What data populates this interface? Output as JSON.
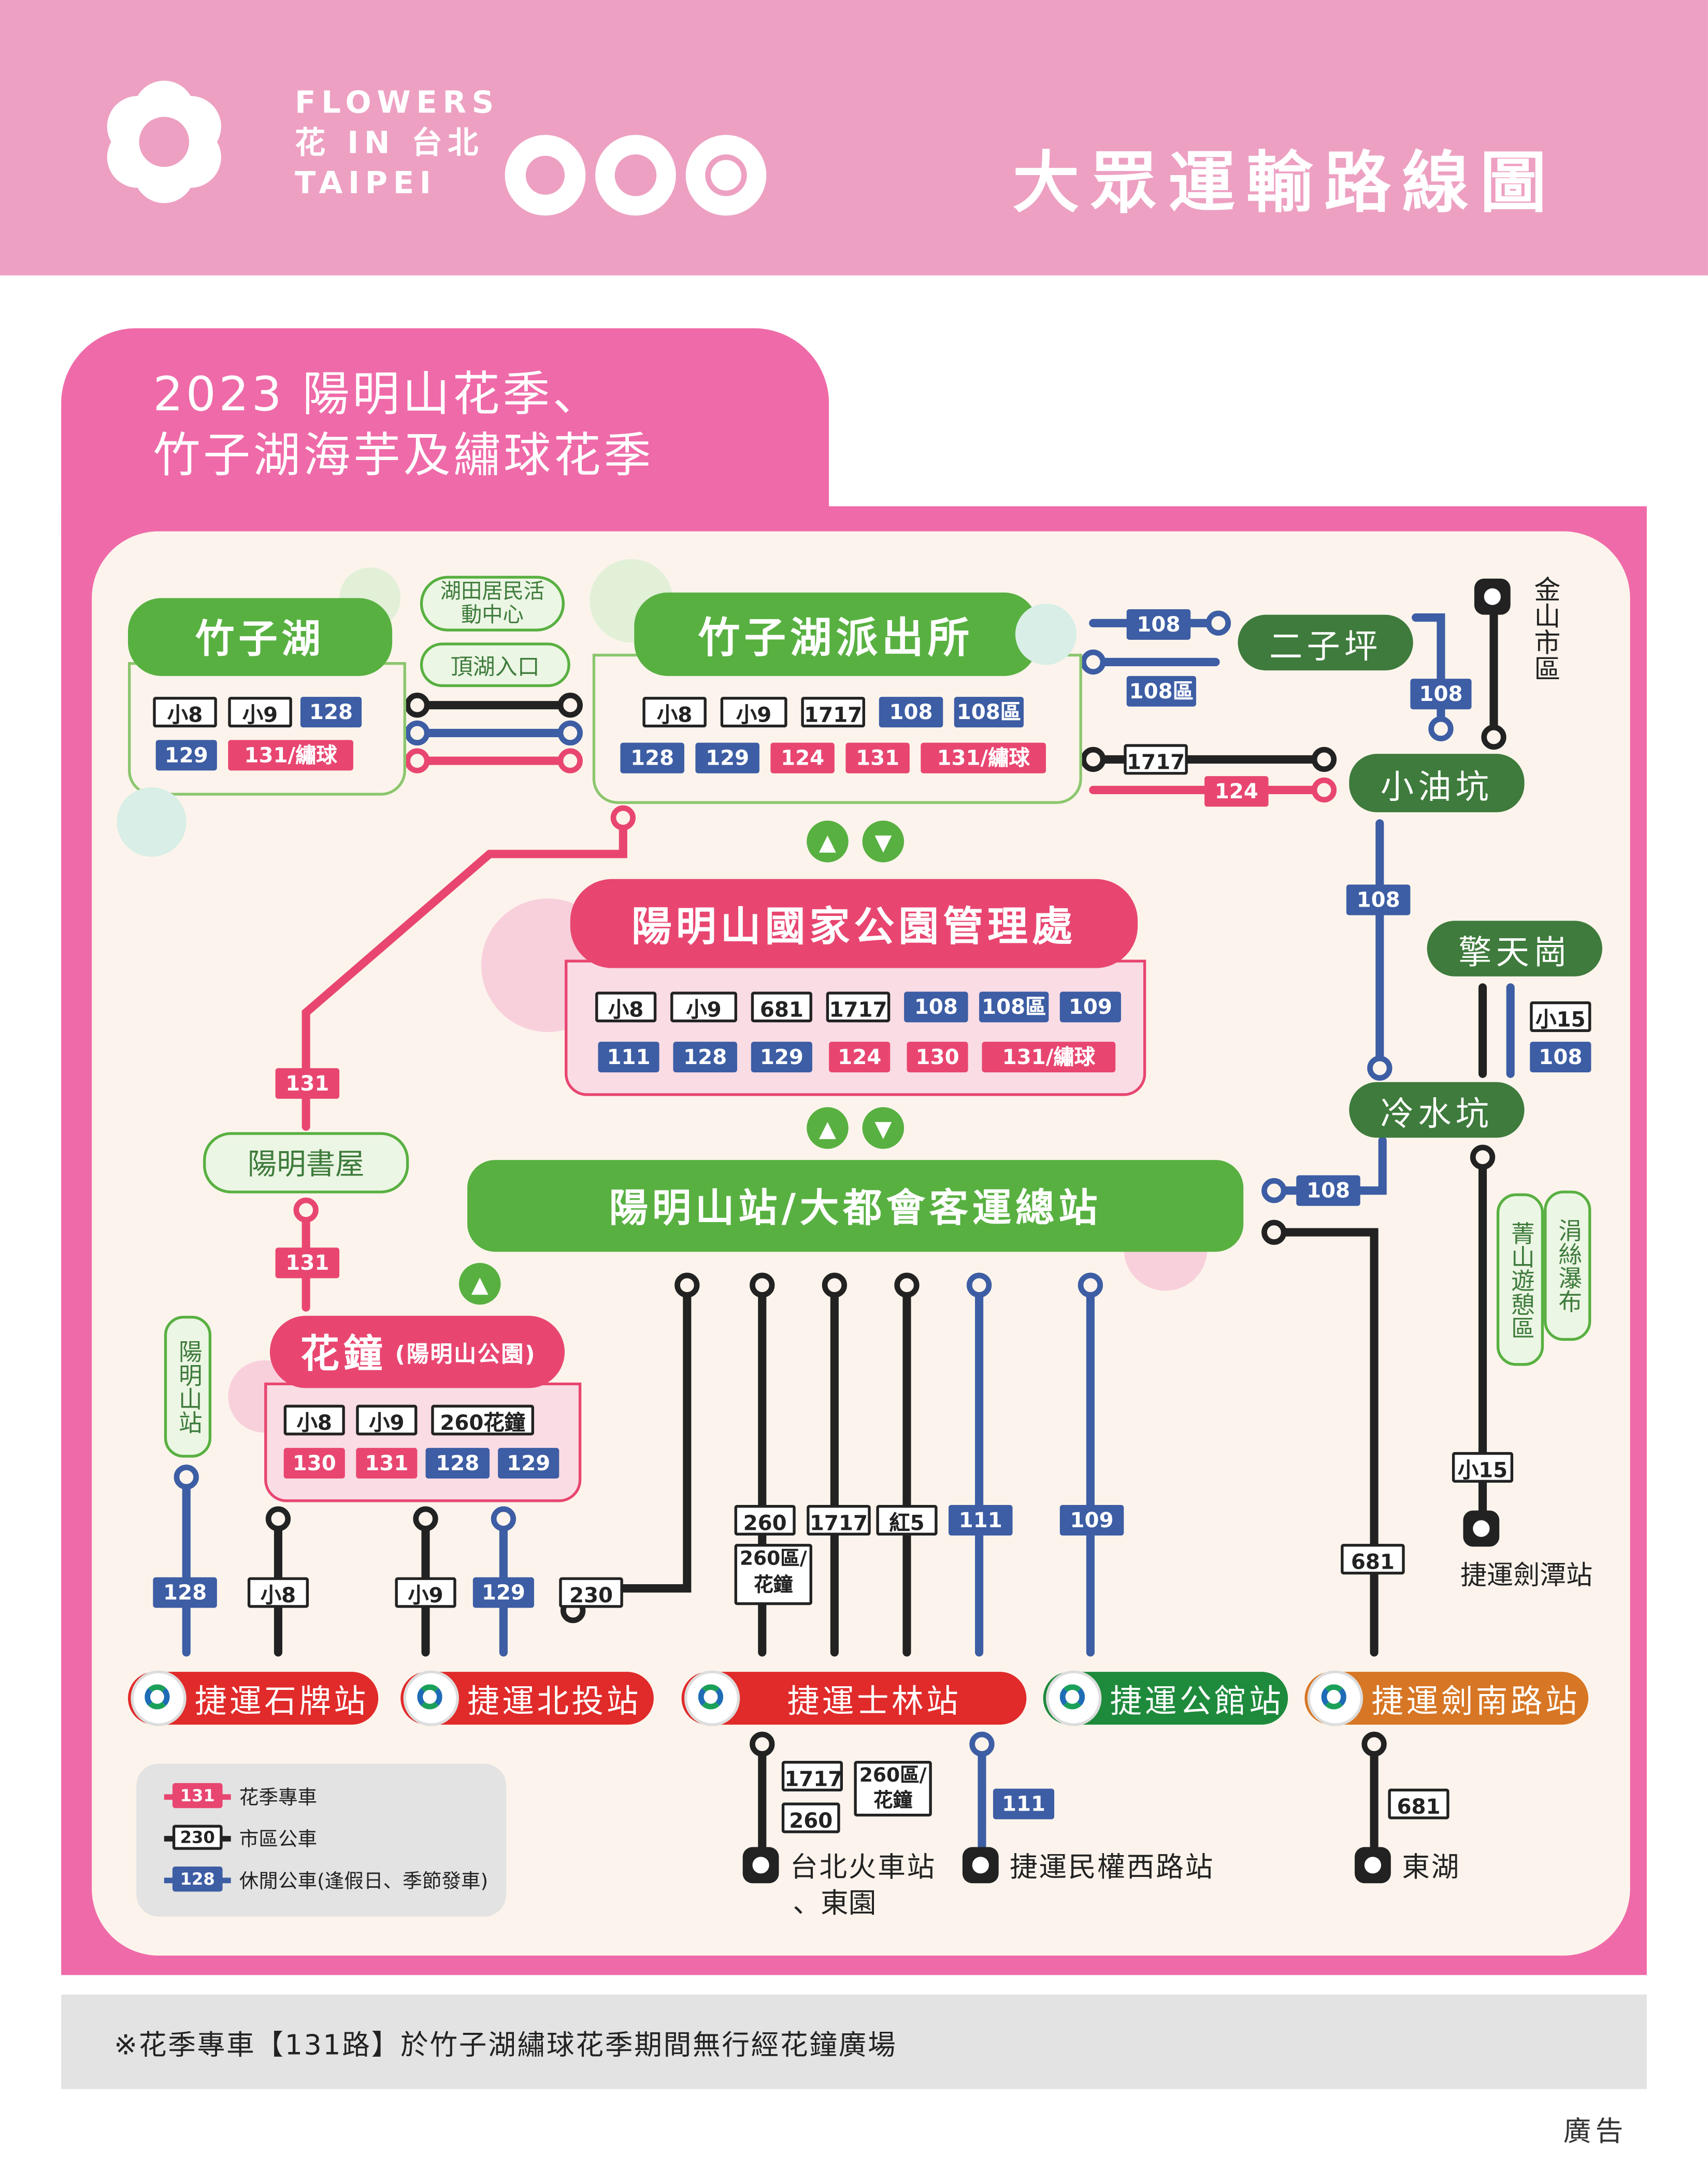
{
  "header": {
    "title": "大眾運輸路線圖",
    "logo_line1": "FLOWERS",
    "logo_line2": "花 IN 台北",
    "logo_line3": "TAIPEI"
  },
  "map_title": {
    "line1": "2023 陽明山花季、",
    "line2": "竹子湖海芋及繡球花季"
  },
  "hubs": {
    "zhuzihu": {
      "name": "竹子湖",
      "routes_a": [
        "小8",
        "小9",
        "128"
      ],
      "routes_b": [
        "129",
        "131/繡球"
      ]
    },
    "police": {
      "name": "竹子湖派出所",
      "routes_a": [
        "小8",
        "小9",
        "1717",
        "108",
        "108區"
      ],
      "routes_b": [
        "128",
        "129",
        "124",
        "131",
        "131/繡球"
      ]
    },
    "park_hq": {
      "name": "陽明山國家公園管理處",
      "routes_a": [
        "小8",
        "小9",
        "681",
        "1717",
        "108",
        "108區",
        "109"
      ],
      "routes_b": [
        "111",
        "128",
        "129",
        "124",
        "130",
        "131/繡球"
      ]
    },
    "terminal": {
      "name": "陽明山站/大都會客運總站"
    },
    "clock": {
      "name": "花鐘",
      "sub": "(陽明山公園)",
      "routes_a": [
        "小8",
        "小9",
        "260花鐘"
      ],
      "routes_b": [
        "130",
        "131",
        "128",
        "129"
      ]
    }
  },
  "stops": {
    "hutian": "湖田居民活動中心",
    "dinghu": "頂湖入口",
    "erziping": "二子坪",
    "xiaoyoukeng": "小油坑",
    "jintianghang": "擎天崗",
    "lengshuikeng": "冷水坑",
    "shuwu": "陽明書屋",
    "yangmingshan_stn": "陽明山站",
    "jinshan": "金山市區",
    "jiantan_stn": "捷運劍潭站",
    "qingshan": "菁山遊憩區",
    "juansi": "涓絲瀑布",
    "taipei_station": "台北火車站",
    "dongyuan": "、東園",
    "minquan": "捷運民權西路站",
    "donghu": "東湖"
  },
  "mrt": [
    "捷運石牌站",
    "捷運北投站",
    "捷運士林站",
    "捷運公館站",
    "捷運劍南路站"
  ],
  "route_labels": {
    "r108": "108",
    "r108q": "108區",
    "r1717": "1717",
    "r124": "124",
    "r131": "131",
    "r128": "128",
    "x8": "小8",
    "x9": "小9",
    "r129": "129",
    "r230": "230",
    "r260": "260",
    "r260q": "260區/花鐘",
    "r1717b": "1717",
    "hong5": "紅5",
    "r111": "111",
    "r109": "109",
    "r681": "681",
    "x15": "小15"
  },
  "legend": [
    {
      "tag": "131",
      "text": "花季專車"
    },
    {
      "tag": "230",
      "text": "市區公車"
    },
    {
      "tag": "128",
      "text": "休閒公車(逢假日、季節發車)"
    }
  ],
  "note": "※花季專車【131路】於竹子湖繡球花季期間無行經花鐘廣場",
  "ad": "廣告",
  "colors": {
    "pink": "#e84671",
    "green": "#58b041",
    "dark_green": "#3e7b3c",
    "blue": "#3d5da4",
    "black": "#222222"
  }
}
